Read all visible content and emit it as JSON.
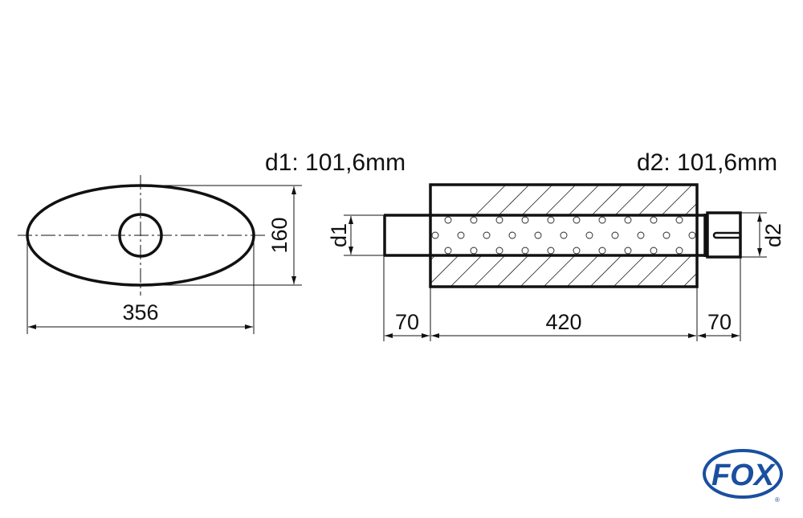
{
  "labels": {
    "d1": "d1: 101,6mm",
    "d2": "d2: 101,6mm"
  },
  "dimensions": {
    "oval_width": "356",
    "oval_height": "160",
    "inlet_length": "70",
    "body_length": "420",
    "outlet_length": "70",
    "d1_tag": "d1",
    "d2_tag": "d2"
  },
  "logo": {
    "text": "FOX",
    "registered": "®",
    "color": "#1a4fa0"
  }
}
